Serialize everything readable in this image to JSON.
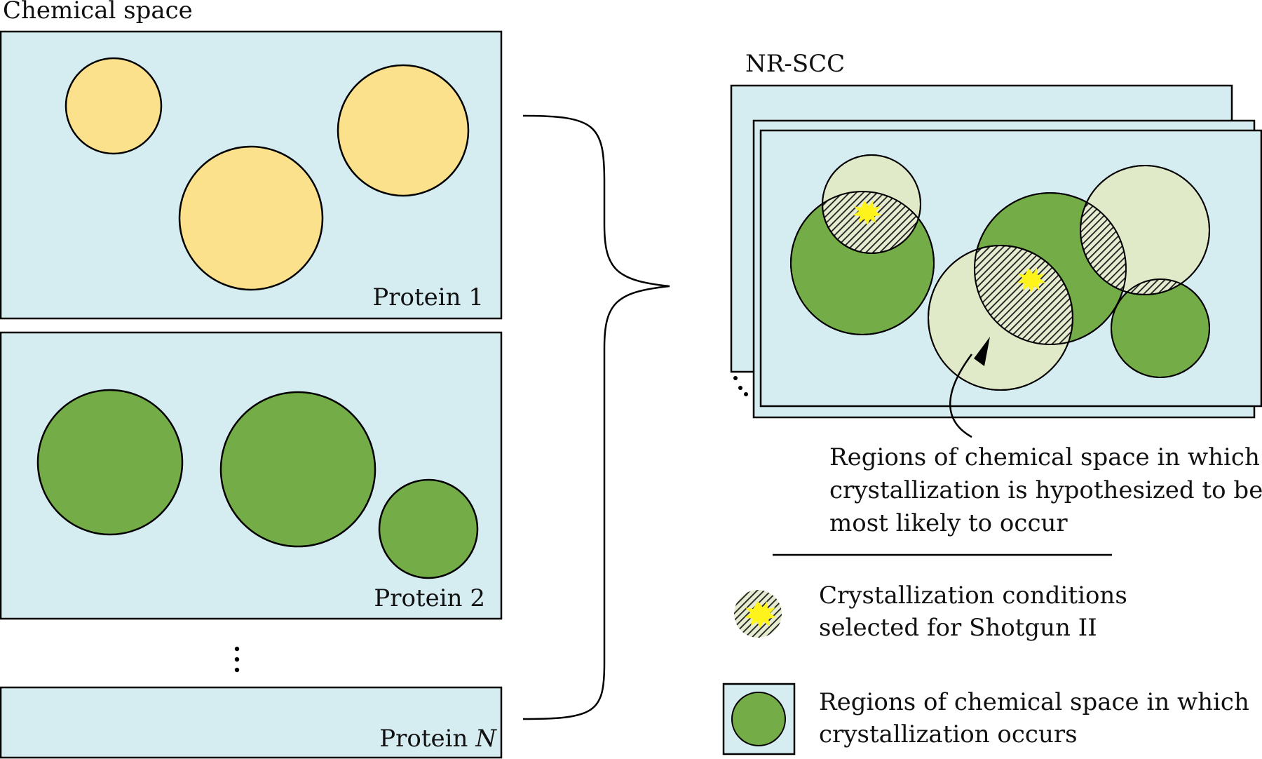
{
  "labels": {
    "chemical_space": "Chemical space",
    "protein_1": "Protein 1",
    "protein_2": "Protein 2",
    "protein_n_prefix": "Protein ",
    "protein_n_var": "N",
    "nr_scc": "NR-SCC",
    "annotation_line1": "Regions of chemical space in which",
    "annotation_line2": "crystallization is hypothesized to be",
    "annotation_line3": "most likely to occur",
    "legend_star_line1": "Crystallization conditions",
    "legend_star_line2": "selected for Shotgun II",
    "legend_green_line1": "Regions of chemical space in which",
    "legend_green_line2": "crystallization occurs"
  },
  "colors": {
    "panel_fill": "#d5ecf1",
    "yellow_circle": "#fbe18b",
    "green_circle": "#74ad47",
    "pale_circle": "#e0e9c8",
    "star": "#fff31c",
    "hatch": "#222222"
  }
}
